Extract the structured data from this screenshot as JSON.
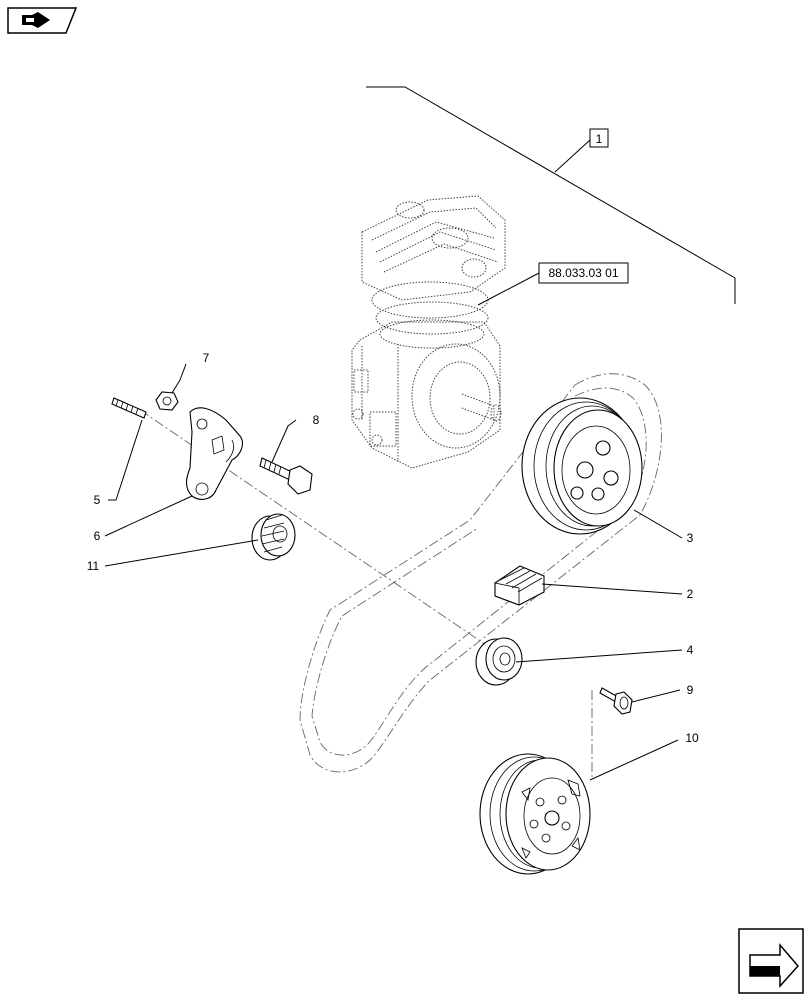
{
  "icons": {
    "top_left": "back-navigation-icon",
    "bottom_right": "next-page-arrow-icon"
  },
  "group_label": "1",
  "reference_label": "88.033.03 01",
  "callouts": {
    "c2": "2",
    "c3": "3",
    "c4": "4",
    "c5": "5",
    "c6": "6",
    "c7": "7",
    "c8": "8",
    "c9": "9",
    "c10": "10",
    "c11": "11"
  }
}
